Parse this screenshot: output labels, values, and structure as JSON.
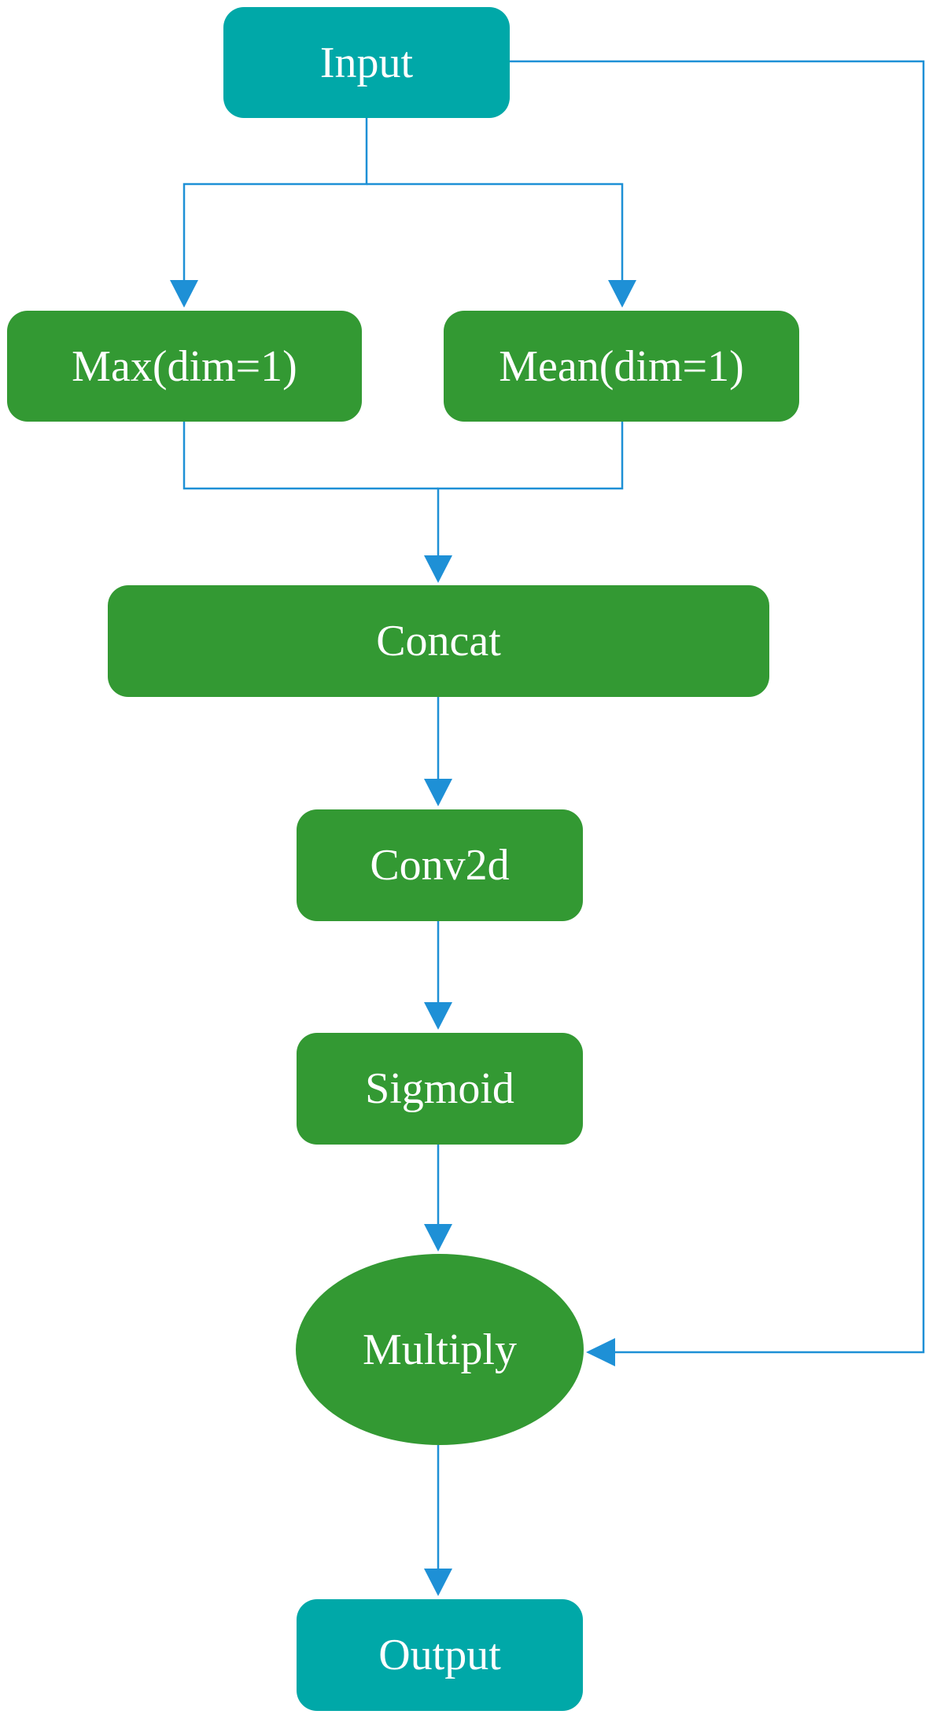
{
  "diagram": {
    "colors": {
      "io_node": "#00A8A8",
      "op_node": "#339933",
      "edge": "#1E90D6",
      "node_text": "#FFFFFF"
    },
    "nodes": {
      "input": {
        "label": "Input",
        "shape": "rounded-rect",
        "kind": "io"
      },
      "max": {
        "label": "Max(dim=1)",
        "shape": "rounded-rect",
        "kind": "op"
      },
      "mean": {
        "label": "Mean(dim=1)",
        "shape": "rounded-rect",
        "kind": "op"
      },
      "concat": {
        "label": "Concat",
        "shape": "rounded-rect",
        "kind": "op"
      },
      "conv2d": {
        "label": "Conv2d",
        "shape": "rounded-rect",
        "kind": "op"
      },
      "sigmoid": {
        "label": "Sigmoid",
        "shape": "rounded-rect",
        "kind": "op"
      },
      "multiply": {
        "label": "Multiply",
        "shape": "ellipse",
        "kind": "op"
      },
      "output": {
        "label": "Output",
        "shape": "rounded-rect",
        "kind": "io"
      }
    },
    "edges": [
      {
        "from": "input",
        "to": "max"
      },
      {
        "from": "input",
        "to": "mean"
      },
      {
        "from": "max",
        "to": "concat"
      },
      {
        "from": "mean",
        "to": "concat"
      },
      {
        "from": "concat",
        "to": "conv2d"
      },
      {
        "from": "conv2d",
        "to": "sigmoid"
      },
      {
        "from": "sigmoid",
        "to": "multiply"
      },
      {
        "from": "input",
        "to": "multiply",
        "route": "skip-connection-right"
      },
      {
        "from": "multiply",
        "to": "output"
      }
    ]
  }
}
